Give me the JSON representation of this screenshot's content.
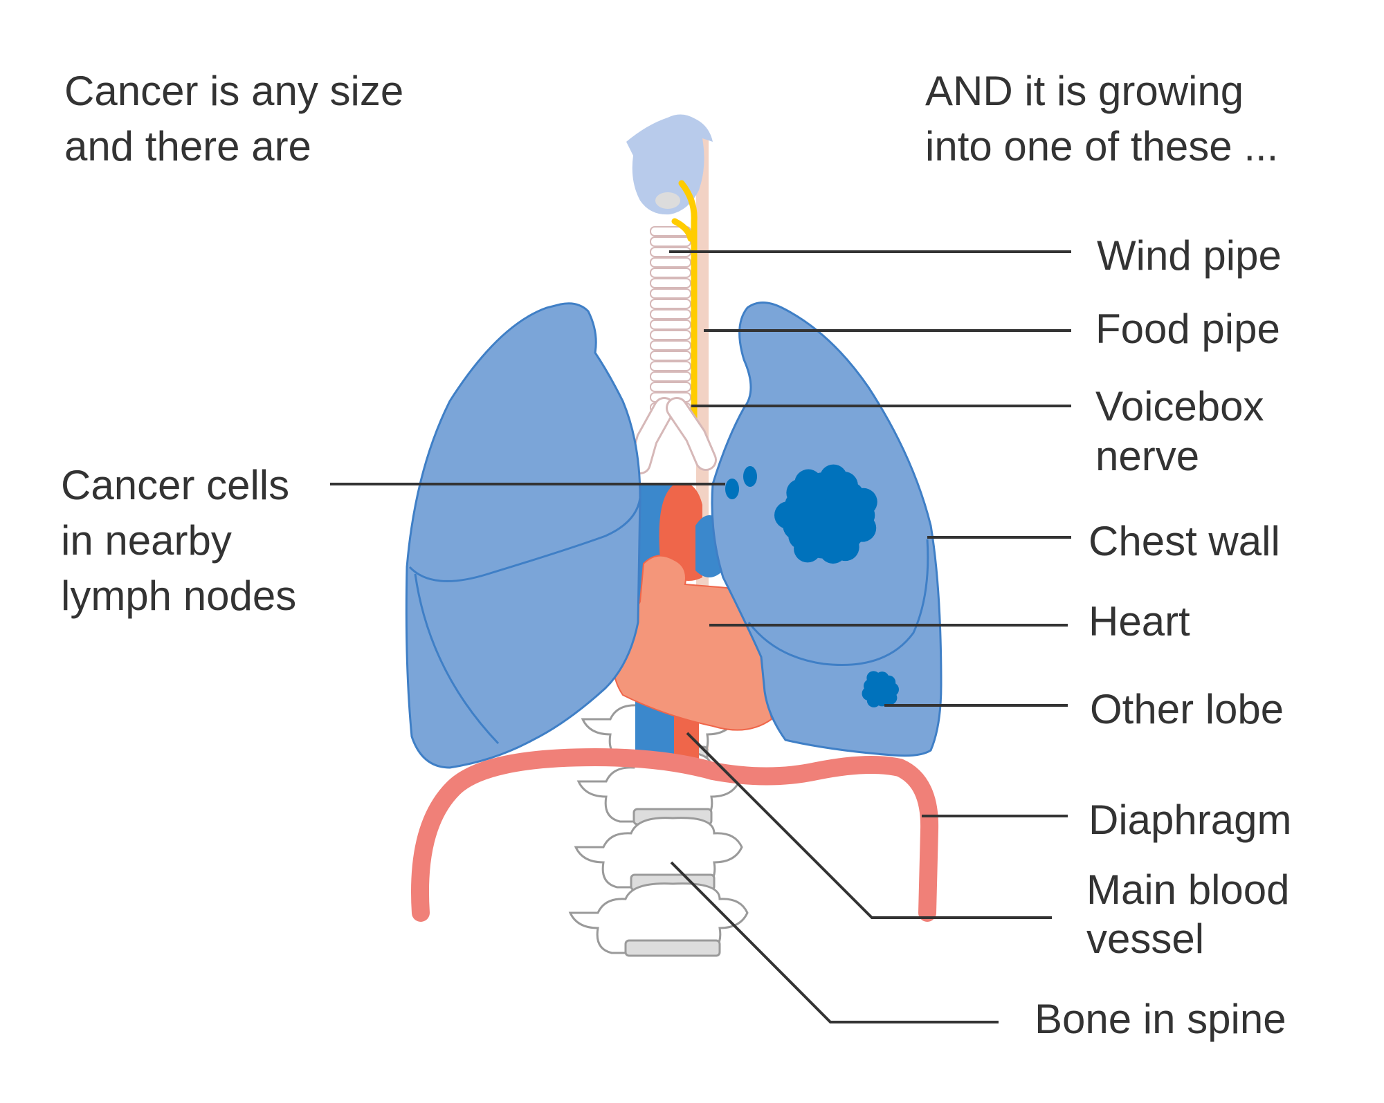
{
  "intro": {
    "left_line1": "Cancer is any size",
    "left_line2": "and there are",
    "right_line1": "AND it is growing",
    "right_line2": "into one of these ..."
  },
  "labels": {
    "lymph_line1": "Cancer cells",
    "lymph_line2": "in nearby",
    "lymph_line3": "lymph nodes",
    "wind_pipe": "Wind pipe",
    "food_pipe": "Food pipe",
    "voicebox_line1": "Voicebox",
    "voicebox_line2": "nerve",
    "chest_wall": "Chest wall",
    "heart": "Heart",
    "other_lobe": "Other lobe",
    "diaphragm": "Diaphragm",
    "blood_line1": "Main blood",
    "blood_line2": "vessel",
    "bone_spine": "Bone in spine"
  },
  "colors": {
    "lung": "#7ba5d8",
    "lung_outline": "#3f7fc6",
    "tumour": "#0072bc",
    "heart": "#f4967a",
    "artery": "#ef664a",
    "vein": "#3b88cc",
    "diaphragm": "#f08078",
    "food_pipe": "#f2d2c4",
    "nerve": "#ffcc00",
    "larynx": "#b8cbeb",
    "text": "#333333"
  }
}
